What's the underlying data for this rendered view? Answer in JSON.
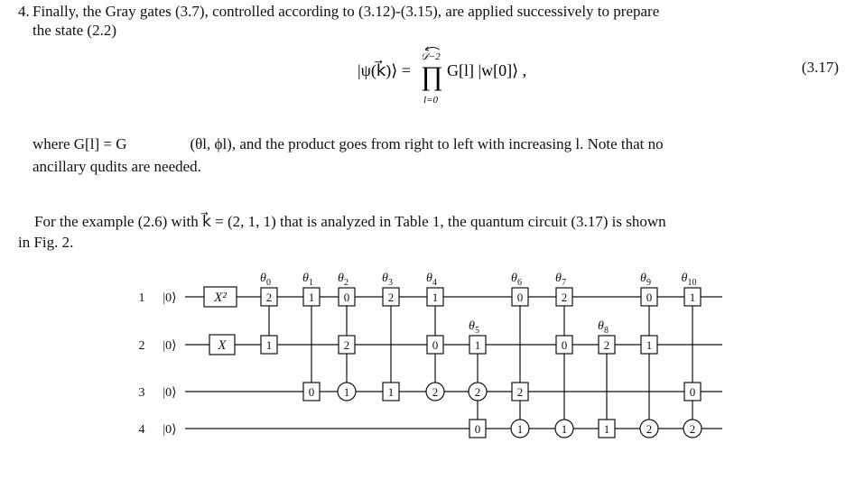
{
  "item": {
    "number": "4.",
    "line1": "Finally, the Gray gates (3.7), controlled according to (3.12)-(3.15), are applied successively to prepare",
    "line2": "the state (2.2)"
  },
  "equation": {
    "lhs": "|ψ(k⃗)⟩ =",
    "upper_limit": "𝒟−2",
    "lower_limit": "l=0",
    "body": "G[l] |w[0]⟩ ,",
    "number": "(3.17)"
  },
  "where": {
    "lead": "where G[l] = G",
    "tail": "(θl, ϕl), and the product goes from right to left with increasing l. Note that no",
    "line2": "ancillary qudits are needed."
  },
  "example": {
    "line1": "For the example (2.6) with k⃗ = (2, 1, 1) that is analyzed in Table 1, the quantum circuit (3.17) is shown",
    "line2": "in Fig. 2."
  },
  "circuit": {
    "qudits": [
      {
        "index": "1",
        "ket": "|0⟩"
      },
      {
        "index": "2",
        "ket": "|0⟩"
      },
      {
        "index": "3",
        "ket": "|0⟩"
      },
      {
        "index": "4",
        "ket": "|0⟩"
      }
    ],
    "initial_gates": [
      {
        "wire": 0,
        "label": "X²"
      },
      {
        "wire": 1,
        "label": "X"
      }
    ],
    "gates": [
      {
        "theta": "θ0",
        "boxes": [
          [
            0,
            "2"
          ],
          [
            1,
            "1"
          ]
        ],
        "controls": []
      },
      {
        "theta": "θ1",
        "boxes": [
          [
            0,
            "1"
          ],
          [
            2,
            "0"
          ]
        ],
        "controls": []
      },
      {
        "theta": "θ2",
        "boxes": [
          [
            0,
            "0"
          ],
          [
            1,
            "2"
          ]
        ],
        "controls": [
          [
            2,
            "1"
          ]
        ]
      },
      {
        "theta": "θ3",
        "boxes": [
          [
            0,
            "2"
          ],
          [
            2,
            "1"
          ]
        ],
        "controls": []
      },
      {
        "theta": "θ4",
        "boxes": [
          [
            0,
            "1"
          ],
          [
            1,
            "0"
          ]
        ],
        "controls": [
          [
            2,
            "2"
          ]
        ]
      },
      {
        "theta": "θ5",
        "boxes": [
          [
            1,
            "1"
          ],
          [
            3,
            "0"
          ]
        ],
        "controls": [
          [
            2,
            "2"
          ]
        ]
      },
      {
        "theta": "θ6",
        "boxes": [
          [
            0,
            "0"
          ],
          [
            2,
            "2"
          ]
        ],
        "controls": [
          [
            3,
            "1"
          ]
        ]
      },
      {
        "theta": "θ7",
        "boxes": [
          [
            0,
            "2"
          ],
          [
            1,
            "0"
          ]
        ],
        "controls": [
          [
            3,
            "1"
          ]
        ]
      },
      {
        "theta": "θ8",
        "boxes": [
          [
            1,
            "2"
          ],
          [
            3,
            "1"
          ]
        ],
        "controls": []
      },
      {
        "theta": "θ9",
        "boxes": [
          [
            0,
            "0"
          ],
          [
            1,
            "1"
          ]
        ],
        "controls": [
          [
            3,
            "2"
          ]
        ]
      },
      {
        "theta": "θ10",
        "boxes": [
          [
            0,
            "1"
          ],
          [
            2,
            "0"
          ]
        ],
        "controls": [
          [
            3,
            "2"
          ]
        ]
      }
    ]
  }
}
